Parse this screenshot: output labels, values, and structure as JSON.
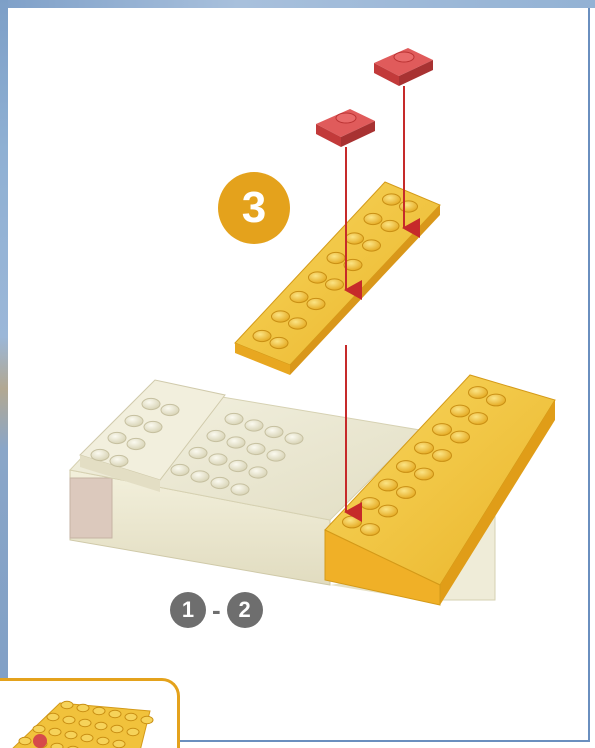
{
  "step": {
    "number": "3"
  },
  "previous_steps": {
    "from": "1",
    "separator": "-",
    "to": "2"
  },
  "colors": {
    "accent": "#e4a21c",
    "brick_yellow": "#f1c23c",
    "brick_cream": "#efecd8",
    "brick_red": "#d64a4a",
    "arrow": "#c62a2a",
    "frame_border": "#6a8fbf"
  }
}
